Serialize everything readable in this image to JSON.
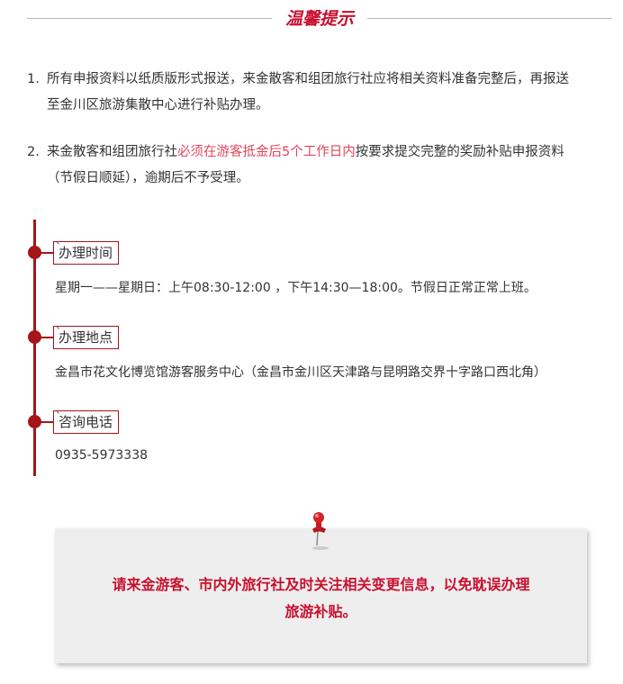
{
  "header": {
    "title": "温馨提示"
  },
  "notices": [
    {
      "num": "1.",
      "line1": "所有申报资料以纸质版形式报送，来金散客和组团旅行社应将相关资料准备完整后，再报送",
      "line2": "至金川区旅游集散中心进行补贴办理。"
    },
    {
      "num": "2.",
      "pre": "来金散客和组团旅行社",
      "highlight": "必须在游客抵金后5个工作日内",
      "post": "按要求提交完整的奖励补贴申报资料",
      "line2": "（节假日顺延），逾期后不予受理。"
    }
  ],
  "timeline": [
    {
      "tick": "`",
      "label": "办理时间",
      "text": "星期一——星期日：上午08:30-12:00 ，下午14:30—18:00。节假日正常正常上班。"
    },
    {
      "tick": "`",
      "label": "办理地点",
      "text": "金昌市花文化博览馆游客服务中心（金昌市金川区天津路与昆明路交界十字路口西北角）"
    },
    {
      "tick": "`",
      "label": "咨询电话",
      "text": "0935-5973338"
    }
  ],
  "card": {
    "line1": "请来金游客、市内外旅行社及时关注相关变更信息，以免耽误办理",
    "line2": "旅游补贴。"
  },
  "colors": {
    "accent": "#c8102e",
    "highlight": "#e0455e",
    "timeline": "#a4161a",
    "card_bg": "#eeeeee"
  },
  "icons": {
    "pin": "push-pin-icon"
  }
}
